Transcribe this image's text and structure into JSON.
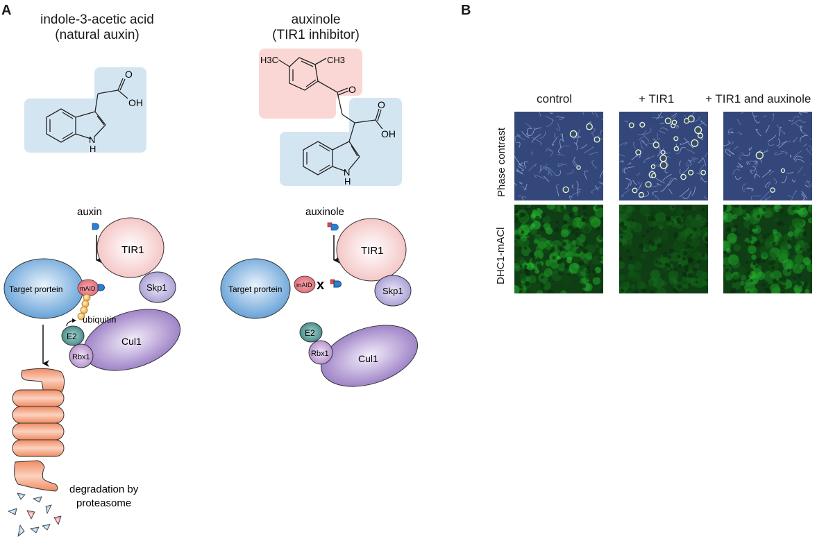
{
  "panel_a": {
    "letter": "A",
    "left_compound": {
      "title_line1": "indole-3-acetic acid",
      "title_line2": "(natural auxin)",
      "atoms": {
        "oh": "OH",
        "o": "O",
        "n": "N",
        "h": "H"
      },
      "highlight_color": "#d4e5f2"
    },
    "right_compound": {
      "title_line1": "auxinole",
      "title_line2": "(TIR1 inhibitor)",
      "atoms": {
        "oh": "OH",
        "o": "O",
        "o2": "O",
        "n": "N",
        "h": "H",
        "h3c": "H3C",
        "ch3": "CH3"
      },
      "highlight_colors": {
        "blue": "#d4e5f2",
        "red": "#fad7d5"
      }
    },
    "left_pathway": {
      "ligand_label": "auxin",
      "target_label": "Target prortein",
      "tag_label": "mAID",
      "receptor_label": "TIR1",
      "ubiquitin_label": "ubiquitin",
      "e2_label": "E2",
      "rbx1_label": "Rbx1",
      "skp1_label": "Skp1",
      "cul1_label": "Cul1",
      "degradation_line1": "degradation by",
      "degradation_line2": "proteasome"
    },
    "right_pathway": {
      "ligand_label": "auxinole",
      "target_label": "Target prortein",
      "tag_label": "mAID",
      "block_symbol": "x",
      "receptor_label": "TIR1",
      "e2_label": "E2",
      "rbx1_label": "Rbx1",
      "skp1_label": "Skp1",
      "cul1_label": "Cul1"
    },
    "colors": {
      "target": "#5b9bd5",
      "tir1": "#f5c5c5",
      "maid": "#e8787f",
      "auxin": "#2a7fd4",
      "skp1": "#a99fd6",
      "cul1": "#9a7fc2",
      "rbx1": "#b88fcb",
      "e2": "#3f8a88",
      "ubiquitin": "#f0b556",
      "proteasome": "#f08a62"
    }
  },
  "panel_b": {
    "letter": "B",
    "columns": [
      "control",
      "+ TIR1",
      "+ TIR1 and auxinole"
    ],
    "rows": [
      "Phase contrast",
      "DHC1-mACl"
    ],
    "images": [
      {
        "row": "Phase contrast",
        "column": "control",
        "type": "phase",
        "rounded_cells": "few"
      },
      {
        "row": "Phase contrast",
        "column": "+ TIR1",
        "type": "phase",
        "rounded_cells": "many"
      },
      {
        "row": "Phase contrast",
        "column": "+ TIR1 and auxinole",
        "type": "phase",
        "rounded_cells": "few"
      },
      {
        "row": "DHC1-mACl",
        "column": "control",
        "type": "fluorescence",
        "intensity": "bright"
      },
      {
        "row": "DHC1-mACl",
        "column": "+ TIR1",
        "type": "fluorescence",
        "intensity": "dim"
      },
      {
        "row": "DHC1-mACl",
        "column": "+ TIR1 and auxinole",
        "type": "fluorescence",
        "intensity": "bright"
      }
    ]
  }
}
